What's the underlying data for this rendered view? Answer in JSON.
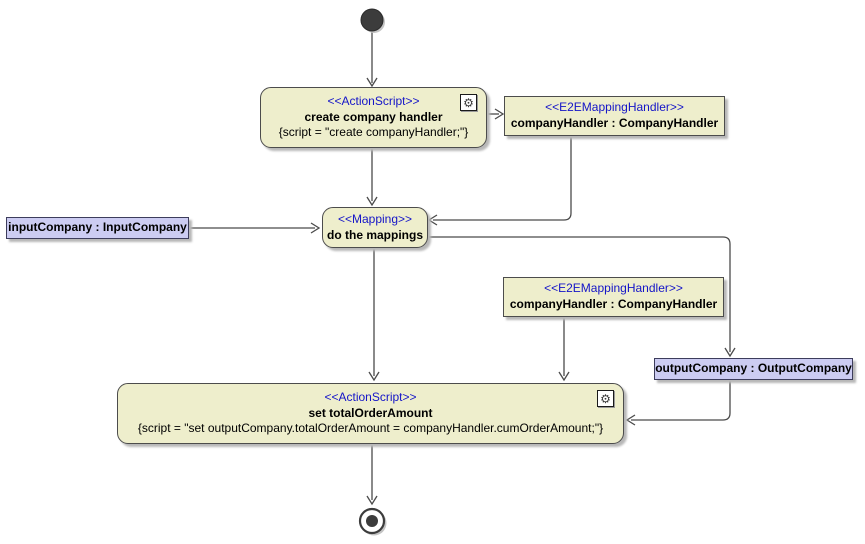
{
  "diagram": {
    "title": "activity diagram",
    "colors": {
      "action_fill": "#eeeecc",
      "action_border": "#4c4c4c",
      "pin_fill": "#ccccf2",
      "pin_border": "#3d3d5c",
      "stereotype_text": "#1414c8",
      "connector": "#4b4b4b",
      "background": "#ffffff"
    },
    "nodes": {
      "start": {
        "type": "initial-node"
      },
      "create_handler": {
        "stereotype": "<<ActionScript>>",
        "name": "create company handler",
        "script": "{script = \"create companyHandler;\"}",
        "icon": "gear-icon"
      },
      "company_handler_1": {
        "stereotype": "<<E2EMappingHandler>>",
        "name": "companyHandler : CompanyHandler"
      },
      "input_company": {
        "name": "inputCompany : InputCompany"
      },
      "do_mappings": {
        "stereotype": "<<Mapping>>",
        "name": "do the mappings"
      },
      "company_handler_2": {
        "stereotype": "<<E2EMappingHandler>>",
        "name": "companyHandler : CompanyHandler"
      },
      "output_company": {
        "name": "outputCompany : OutputCompany"
      },
      "set_total": {
        "stereotype": "<<ActionScript>>",
        "name": "set totalOrderAmount",
        "script": "{script = \"set outputCompany.totalOrderAmount = companyHandler.cumOrderAmount;\"}",
        "icon": "gear-icon"
      },
      "end": {
        "type": "activity-final-node"
      }
    },
    "gear_glyph": "⚙"
  }
}
